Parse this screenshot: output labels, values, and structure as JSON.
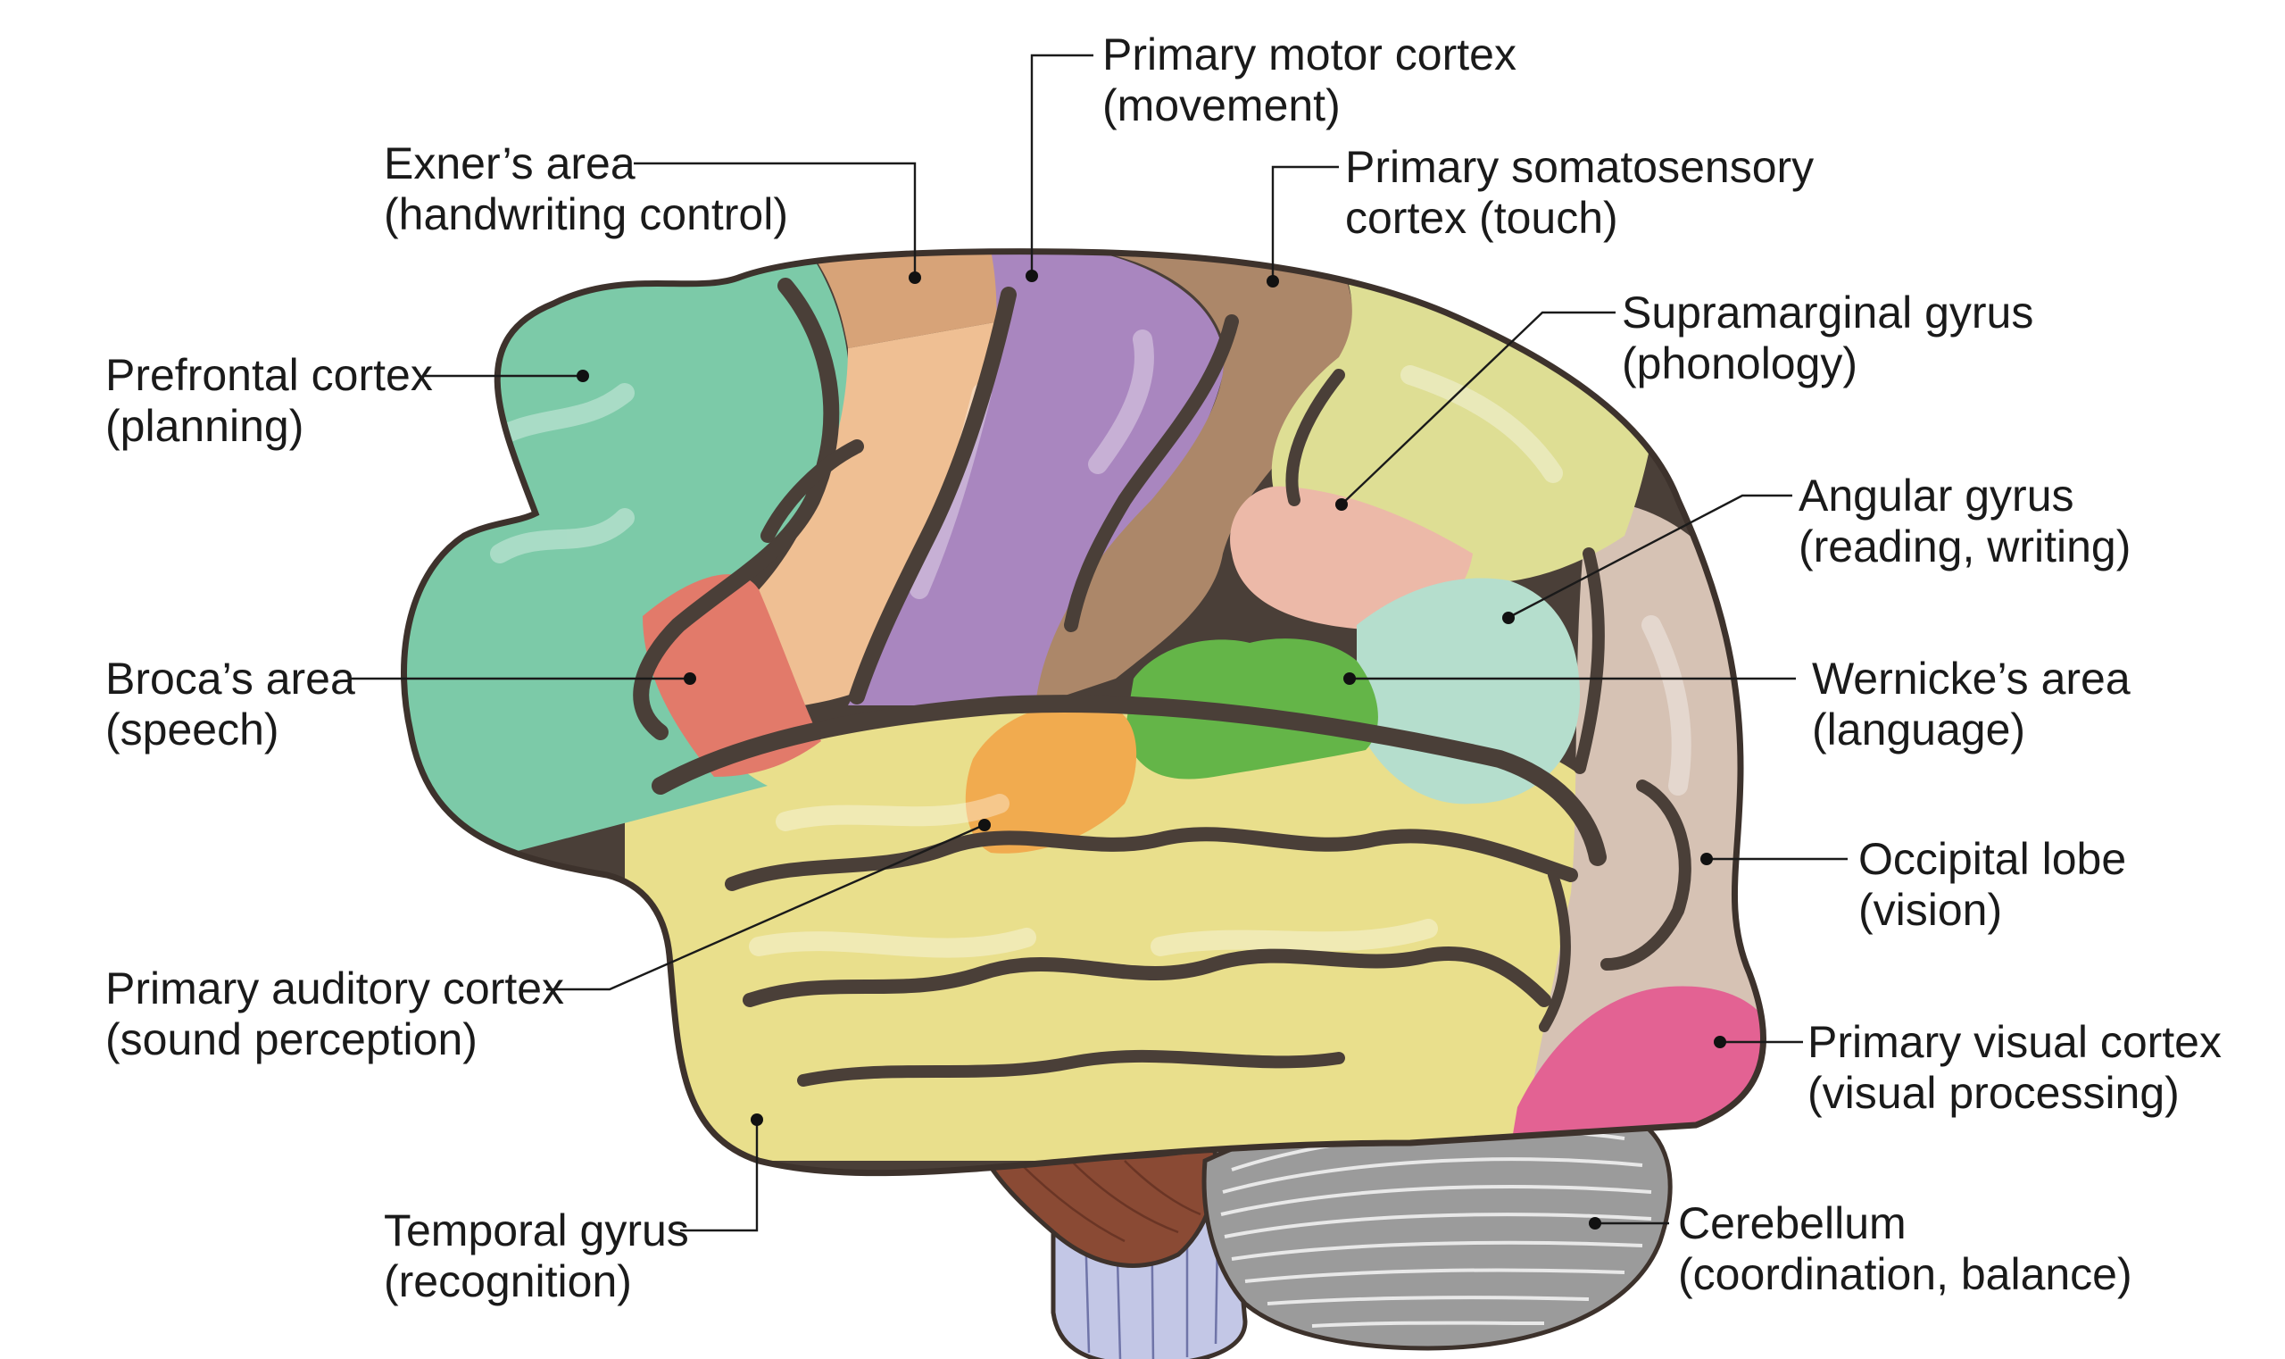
{
  "colors": {
    "background": "#ffffff",
    "outline": "#3d322c",
    "sulcus": "#4a3f38",
    "prefrontal": "#7ccaa8",
    "exner": "#d7a378",
    "premotor": "#efbf93",
    "motor": "#a986bf",
    "somatosensory": "#ac8769",
    "supramarginal": "#dede94",
    "supramarginal_inner": "#ecb9a8",
    "angular": "#b5decd",
    "wernicke": "#64b548",
    "broca": "#e27a6a",
    "auditory": "#f1ab4f",
    "temporal": "#e9df8c",
    "occipital": "#d6c2b4",
    "visual": "#e36293",
    "cerebellum": "#9b9b9b",
    "pons": "#8a4a34",
    "brainstem": "#c3c7e6"
  },
  "labels": {
    "prefrontal": {
      "line1": "Prefrontal cortex",
      "line2": "(planning)"
    },
    "exner": {
      "line1": "Exner’s area",
      "line2": "(handwriting control)"
    },
    "motor": {
      "line1": "Primary motor cortex",
      "line2": "(movement)"
    },
    "somatosensory": {
      "line1": "Primary somatosensory",
      "line2": "cortex (touch)"
    },
    "supramarginal": {
      "line1": "Supramarginal gyrus",
      "line2": "(phonology)"
    },
    "angular": {
      "line1": "Angular gyrus",
      "line2": "(reading, writing)"
    },
    "wernicke": {
      "line1": "Wernicke’s area",
      "line2": "(language)"
    },
    "occipital": {
      "line1": "Occipital lobe",
      "line2": "(vision)"
    },
    "visual": {
      "line1": "Primary visual cortex",
      "line2": "(visual processing)"
    },
    "cerebellum": {
      "line1": "Cerebellum",
      "line2": "(coordination, balance)"
    },
    "temporal": {
      "line1": "Temporal gyrus",
      "line2": "(recognition)"
    },
    "auditory": {
      "line1": "Primary auditory cortex",
      "line2": "(sound perception)"
    },
    "broca": {
      "line1": "Broca’s area",
      "line2": "(speech)"
    }
  }
}
